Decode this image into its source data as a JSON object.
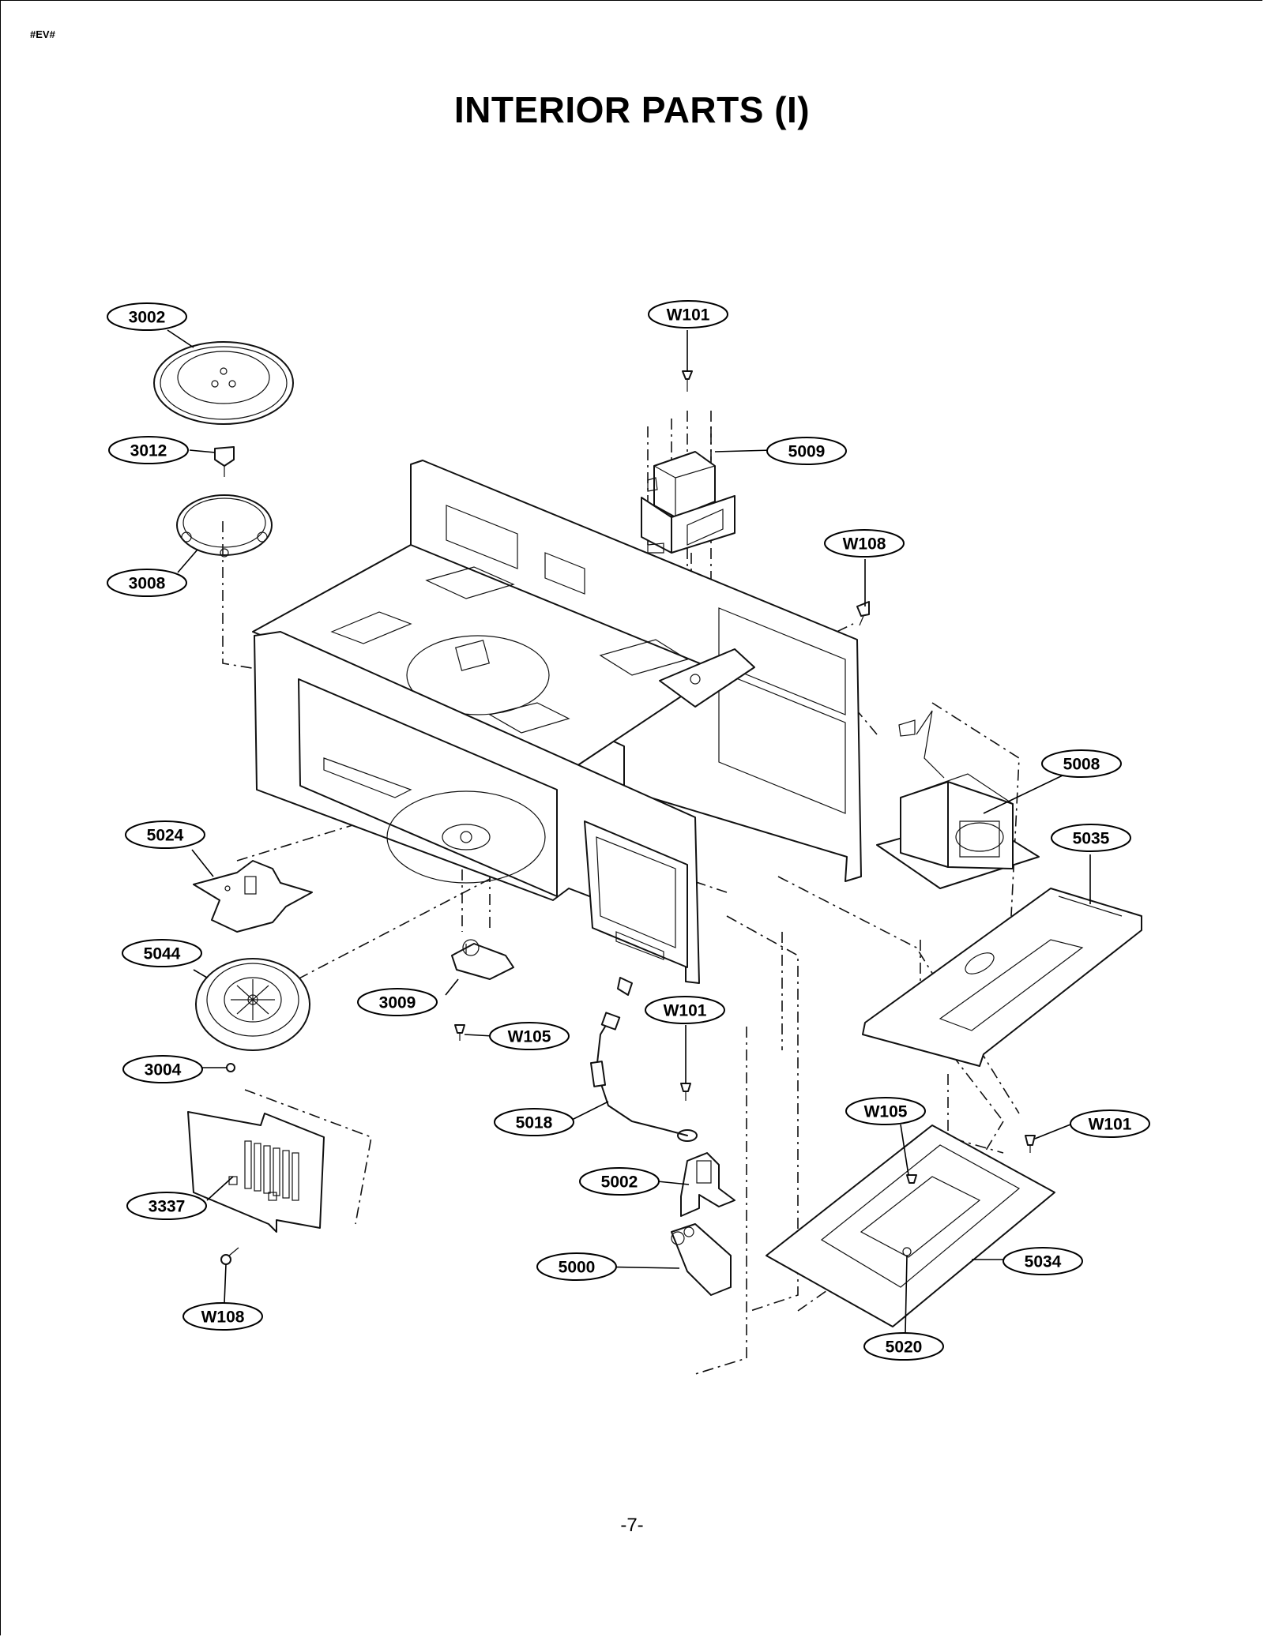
{
  "header": {
    "code": "#EV#"
  },
  "title": "INTERIOR PARTS (I)",
  "page_number": "-7-",
  "callouts": [
    {
      "id": "c-3002",
      "label": "3002"
    },
    {
      "id": "c-3012",
      "label": "3012"
    },
    {
      "id": "c-3008",
      "label": "3008"
    },
    {
      "id": "c-w101-top",
      "label": "W101"
    },
    {
      "id": "c-5009",
      "label": "5009"
    },
    {
      "id": "c-w108-top",
      "label": "W108"
    },
    {
      "id": "c-5008",
      "label": "5008"
    },
    {
      "id": "c-5035",
      "label": "5035"
    },
    {
      "id": "c-5024",
      "label": "5024"
    },
    {
      "id": "c-5044",
      "label": "5044"
    },
    {
      "id": "c-3009",
      "label": "3009"
    },
    {
      "id": "c-w105-mid",
      "label": "W105"
    },
    {
      "id": "c-w101-mid",
      "label": "W101"
    },
    {
      "id": "c-3004",
      "label": "3004"
    },
    {
      "id": "c-5018",
      "label": "5018"
    },
    {
      "id": "c-w105-right",
      "label": "W105"
    },
    {
      "id": "c-w101-right",
      "label": "W101"
    },
    {
      "id": "c-5002",
      "label": "5002"
    },
    {
      "id": "c-3337",
      "label": "3337"
    },
    {
      "id": "c-5000",
      "label": "5000"
    },
    {
      "id": "c-5034",
      "label": "5034"
    },
    {
      "id": "c-w108-bottom",
      "label": "W108"
    },
    {
      "id": "c-5020",
      "label": "5020"
    }
  ]
}
